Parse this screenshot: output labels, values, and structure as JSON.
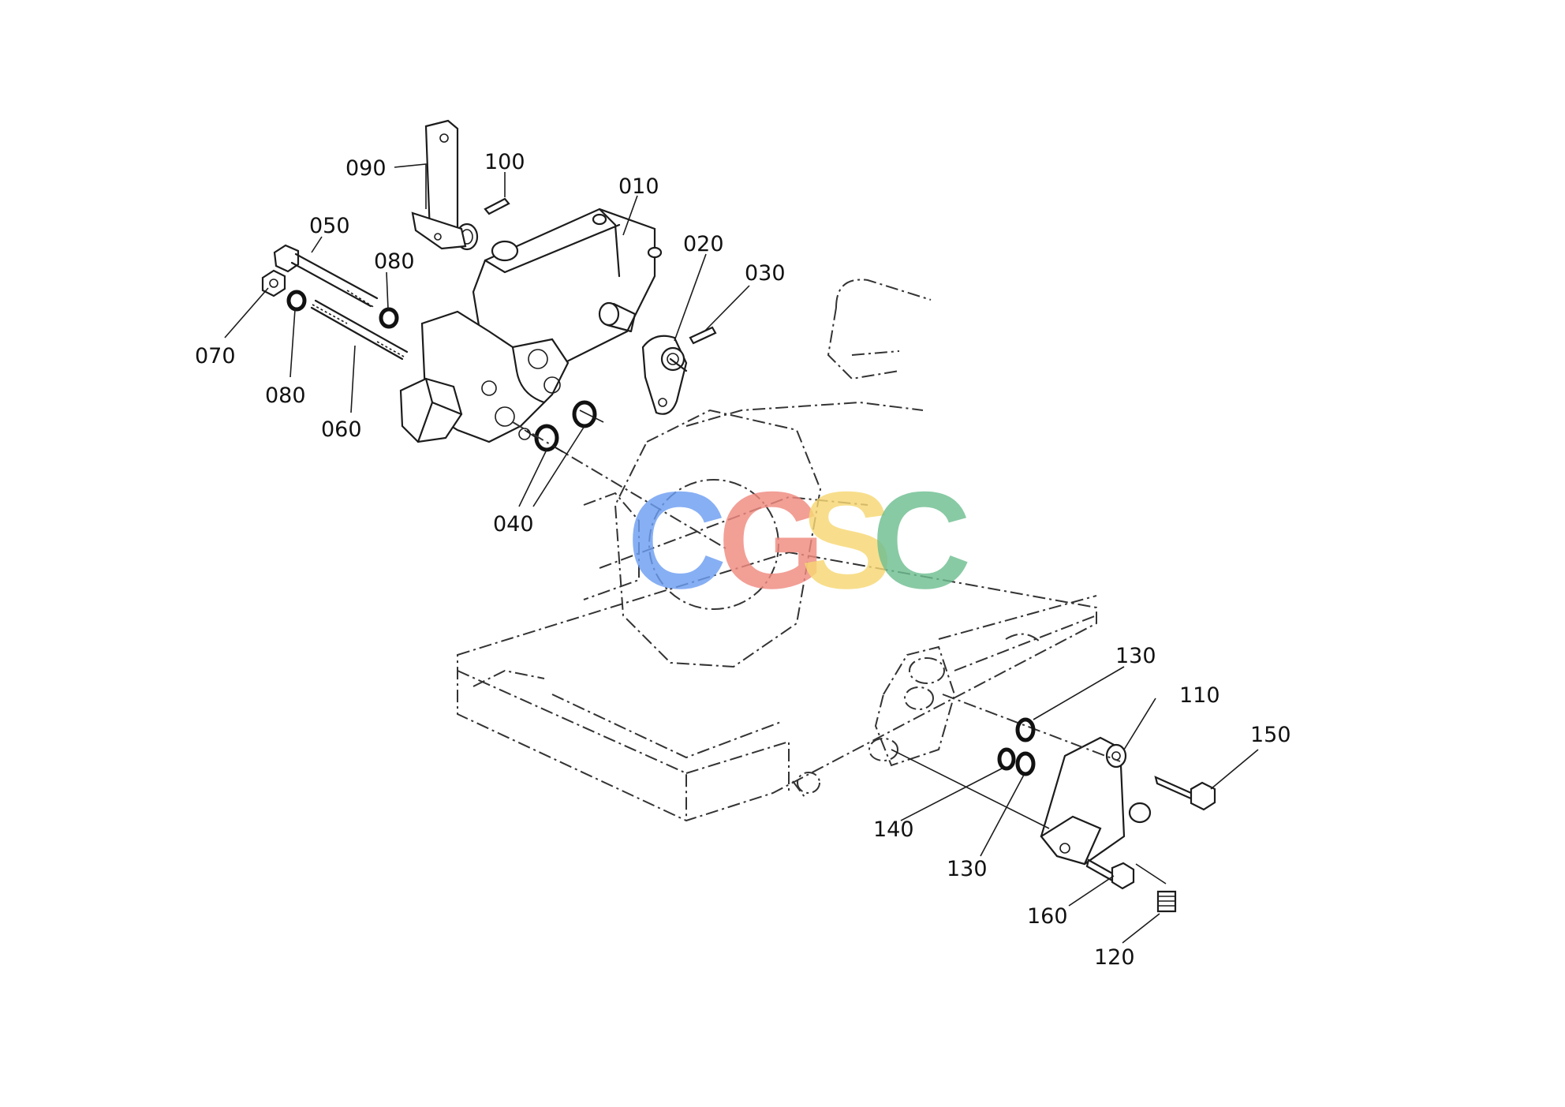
{
  "watermark": {
    "letters": [
      {
        "char": "C",
        "color": "#6d9ef2"
      },
      {
        "char": "G",
        "color": "#f08a80"
      },
      {
        "char": "S",
        "color": "#f7d774"
      },
      {
        "char": "C",
        "color": "#6fbf91"
      }
    ]
  },
  "callouts": [
    {
      "id": "090",
      "text": "090"
    },
    {
      "id": "100",
      "text": "100"
    },
    {
      "id": "010",
      "text": "010"
    },
    {
      "id": "050",
      "text": "050"
    },
    {
      "id": "080a",
      "text": "080"
    },
    {
      "id": "020",
      "text": "020"
    },
    {
      "id": "030",
      "text": "030"
    },
    {
      "id": "070",
      "text": "070"
    },
    {
      "id": "080b",
      "text": "080"
    },
    {
      "id": "060",
      "text": "060"
    },
    {
      "id": "040",
      "text": "040"
    },
    {
      "id": "130a",
      "text": "130"
    },
    {
      "id": "110",
      "text": "110"
    },
    {
      "id": "150",
      "text": "150"
    },
    {
      "id": "140",
      "text": "140"
    },
    {
      "id": "130b",
      "text": "130"
    },
    {
      "id": "160",
      "text": "160"
    },
    {
      "id": "120",
      "text": "120"
    }
  ]
}
